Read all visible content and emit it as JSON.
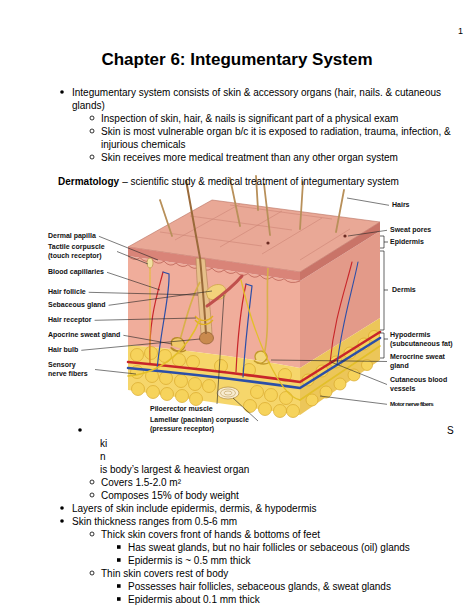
{
  "diagram": {
    "title": "Chapter 6: Integumentary System",
    "labels": [
      "1",
      "Integumentary system consists of skin & accessory organs (hair, nails. & cutaneous glands)",
      "Inspection of skin, hair, & nails is significant part of a physical exam",
      "Skin is most vulnerable organ b/c it is exposed to radiation, trauma, infection, & injurious chemicals",
      "Skin receives more medical treatment than any other organ system",
      "Dermatology",
      "– scientific study & medical treatment of integumentary system",
      "Hairs",
      "Sweat pores",
      "Dermal papilla",
      "Epidermis",
      "Tactile corpuscle (touch receptor)",
      "Blood capillaries",
      "Dermis",
      "Hair follicle",
      "Sebaceous gland",
      "Hair receptor",
      "Apocrine sweat gland",
      "Hypodermis (subcutaneous fat)",
      "Hair bulb",
      "Merocrine sweat gland",
      "Sensory nerve fibers",
      "Cutaneous blood vessels",
      "Motor nerve fibers",
      "Piloerector muscle",
      "Lamellar (pacinian) corpuscle (pressure receptor)",
      "S",
      "ki",
      "n",
      "is body’s largest & heaviest organ",
      "Covers 1.5-2.0 m²",
      "Composes 15% of body weight",
      "Layers of skin include epidermis, dermis, & hypodermis",
      "Skin thickness ranges from 0.5-6 mm",
      "Thick skin covers front of hands & bottoms of feet",
      "Has sweat glands, but no hair follicles or sebaceous (oil) glands",
      "Epidermis is ~ 0.5 mm thick",
      "Thin skin covers rest of body",
      "Possesses hair follicles, sebaceous glands, & sweat glands",
      "Epidermis about 0.1 mm thick"
    ]
  }
}
